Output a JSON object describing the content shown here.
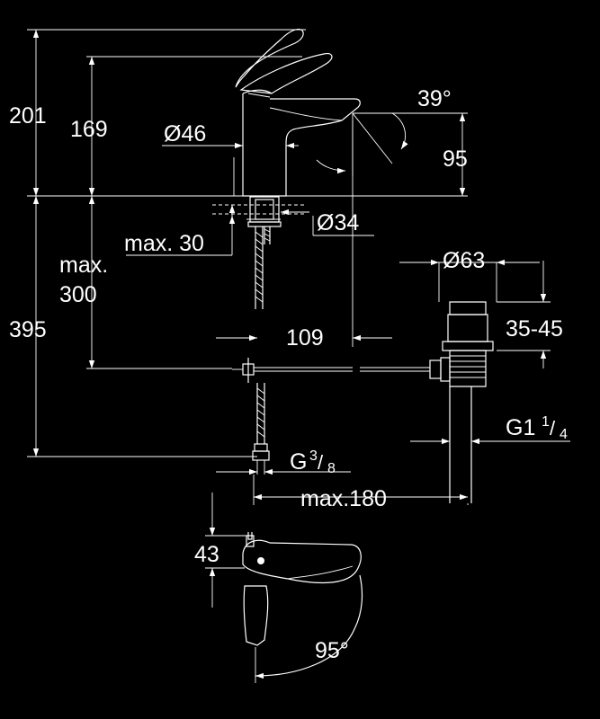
{
  "dimensions": {
    "total_height": "201",
    "spout_height": "169",
    "base_diameter": "Ø46",
    "lever_angle": "39°",
    "spout_outlet_height": "95",
    "hole_diameter": "Ø34",
    "max_deck_thickness": "max. 30",
    "max_hose_label": "max.",
    "max_hose_value": "300",
    "below_deck": "395",
    "spout_reach": "109",
    "waste_diameter": "Ø63",
    "waste_range": "35-45",
    "waste_thread_main": "G1",
    "waste_thread_num": "1",
    "waste_thread_den": "4",
    "supply_thread_main": "G",
    "supply_thread_num": "3",
    "supply_thread_den": "8",
    "max_width": "max.180",
    "top_view_offset": "43",
    "rotation_angle": "95°"
  },
  "colors": {
    "background": "#000000",
    "line": "#ffffff"
  }
}
